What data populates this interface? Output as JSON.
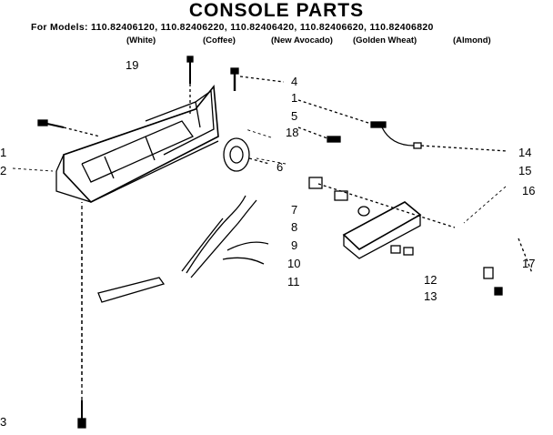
{
  "header": {
    "title": "CONSOLE PARTS",
    "models_line": "For Models: 110.82406120, 110.82406220, 110.82406420, 110.82406620, 110.82406820",
    "colors": [
      "(White)",
      "(Coffee)",
      "(New Avocado)",
      "(Golden Wheat)",
      "(Almond)"
    ]
  },
  "callouts": [
    "1",
    "2",
    "3",
    "4",
    "5",
    "6",
    "7",
    "8",
    "9",
    "10",
    "11",
    "12",
    "13",
    "14",
    "15",
    "16",
    "17",
    "18",
    "19",
    "1"
  ]
}
